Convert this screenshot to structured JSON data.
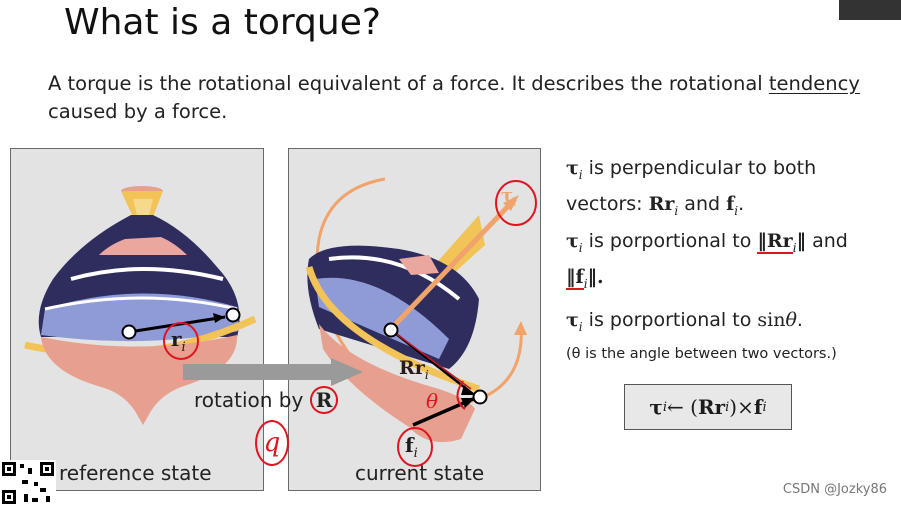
{
  "slide": {
    "title": "What is a torque?",
    "intro": {
      "line1_a": "A torque is the rotational equivalent of a force.  It describes the rotational ",
      "line1_underlined": "tendency",
      "line2": "caused by a force."
    },
    "left_panel": {
      "caption": "reference state",
      "vector_label": "r",
      "vector_sub": "i"
    },
    "right_panel": {
      "caption": "current state",
      "vector_rr": "Rr",
      "vector_rr_sub": "i",
      "force_label": "f",
      "force_sub": "i",
      "angle_label": "θ",
      "torque_label": "τ",
      "torque_sub": "i"
    },
    "rotation": {
      "label": "rotation by ",
      "symbol": "R"
    },
    "facts": {
      "f1_line1": " is perpendicular to both",
      "f1_line2_a": "vectors: ",
      "f1_rr": "Rr",
      "f1_and": " and ",
      "f1_f": "f",
      "f1_end": ".",
      "f2_line1_a": " is porportional to ",
      "f2_norm_rr": "‖Rr",
      "f2_norm_close": "‖",
      "f2_and": " and",
      "f2_norm_f": "‖f",
      "f2_end": "‖.",
      "f3_a": " is porportional to ",
      "f3_sin": "sin",
      "f3_theta": "θ",
      "f3_end": ".",
      "f3_note": "(θ is the angle between two vectors.)",
      "tau": "τ",
      "sub_i": "i"
    },
    "formula": {
      "tau": "τ",
      "sub": "i",
      "arrow": " ← (",
      "rr": "Rr",
      "close": ")×",
      "f": "f"
    },
    "handwriting": {
      "note": "q"
    },
    "watermark": "CSDN @Jozky86",
    "colors": {
      "navy": "#2e2d5e",
      "periwinkle": "#8f9bd6",
      "salmon": "#e7a08f",
      "pink": "#e9a7a0",
      "gold": "#f2c356",
      "orange": "#f0a36a",
      "ink_red": "#e0141f",
      "dark_red": "#8b1a1a",
      "arrow_gray": "#9a9a9a"
    }
  }
}
